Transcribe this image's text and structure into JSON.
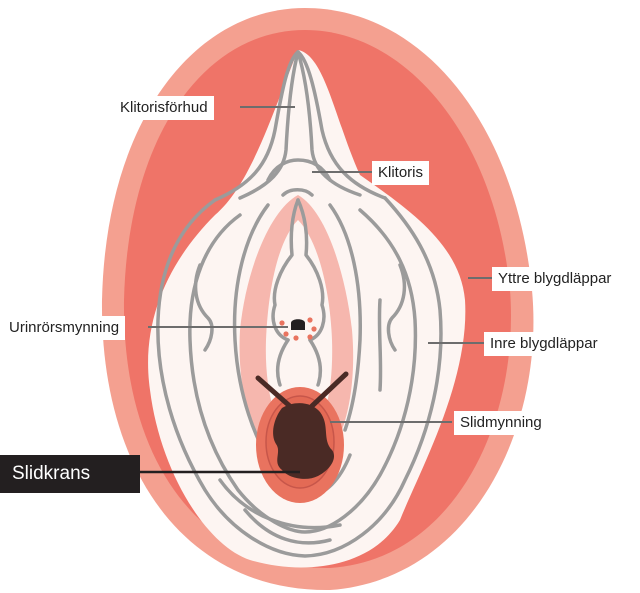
{
  "labels": {
    "klitorisforhud": "Klitorisförhud",
    "klitoris": "Klitoris",
    "yttre": "Yttre blygdläppar",
    "urinror": "Urinrörsmynning",
    "inre": "Inre blygdläppar",
    "slidmynning": "Slidmynning",
    "slidkrans": "Slidkrans"
  },
  "colors": {
    "outer_light": "#f4a090",
    "outer_dark": "#ef7468",
    "inner_fill": "#fdf5f2",
    "inner_pink": "#f6b7ae",
    "line_gray": "#9b9b9b",
    "opening": "#4a2a25",
    "hymen": "#e9735f",
    "label_dark_bg": "#231f20"
  }
}
